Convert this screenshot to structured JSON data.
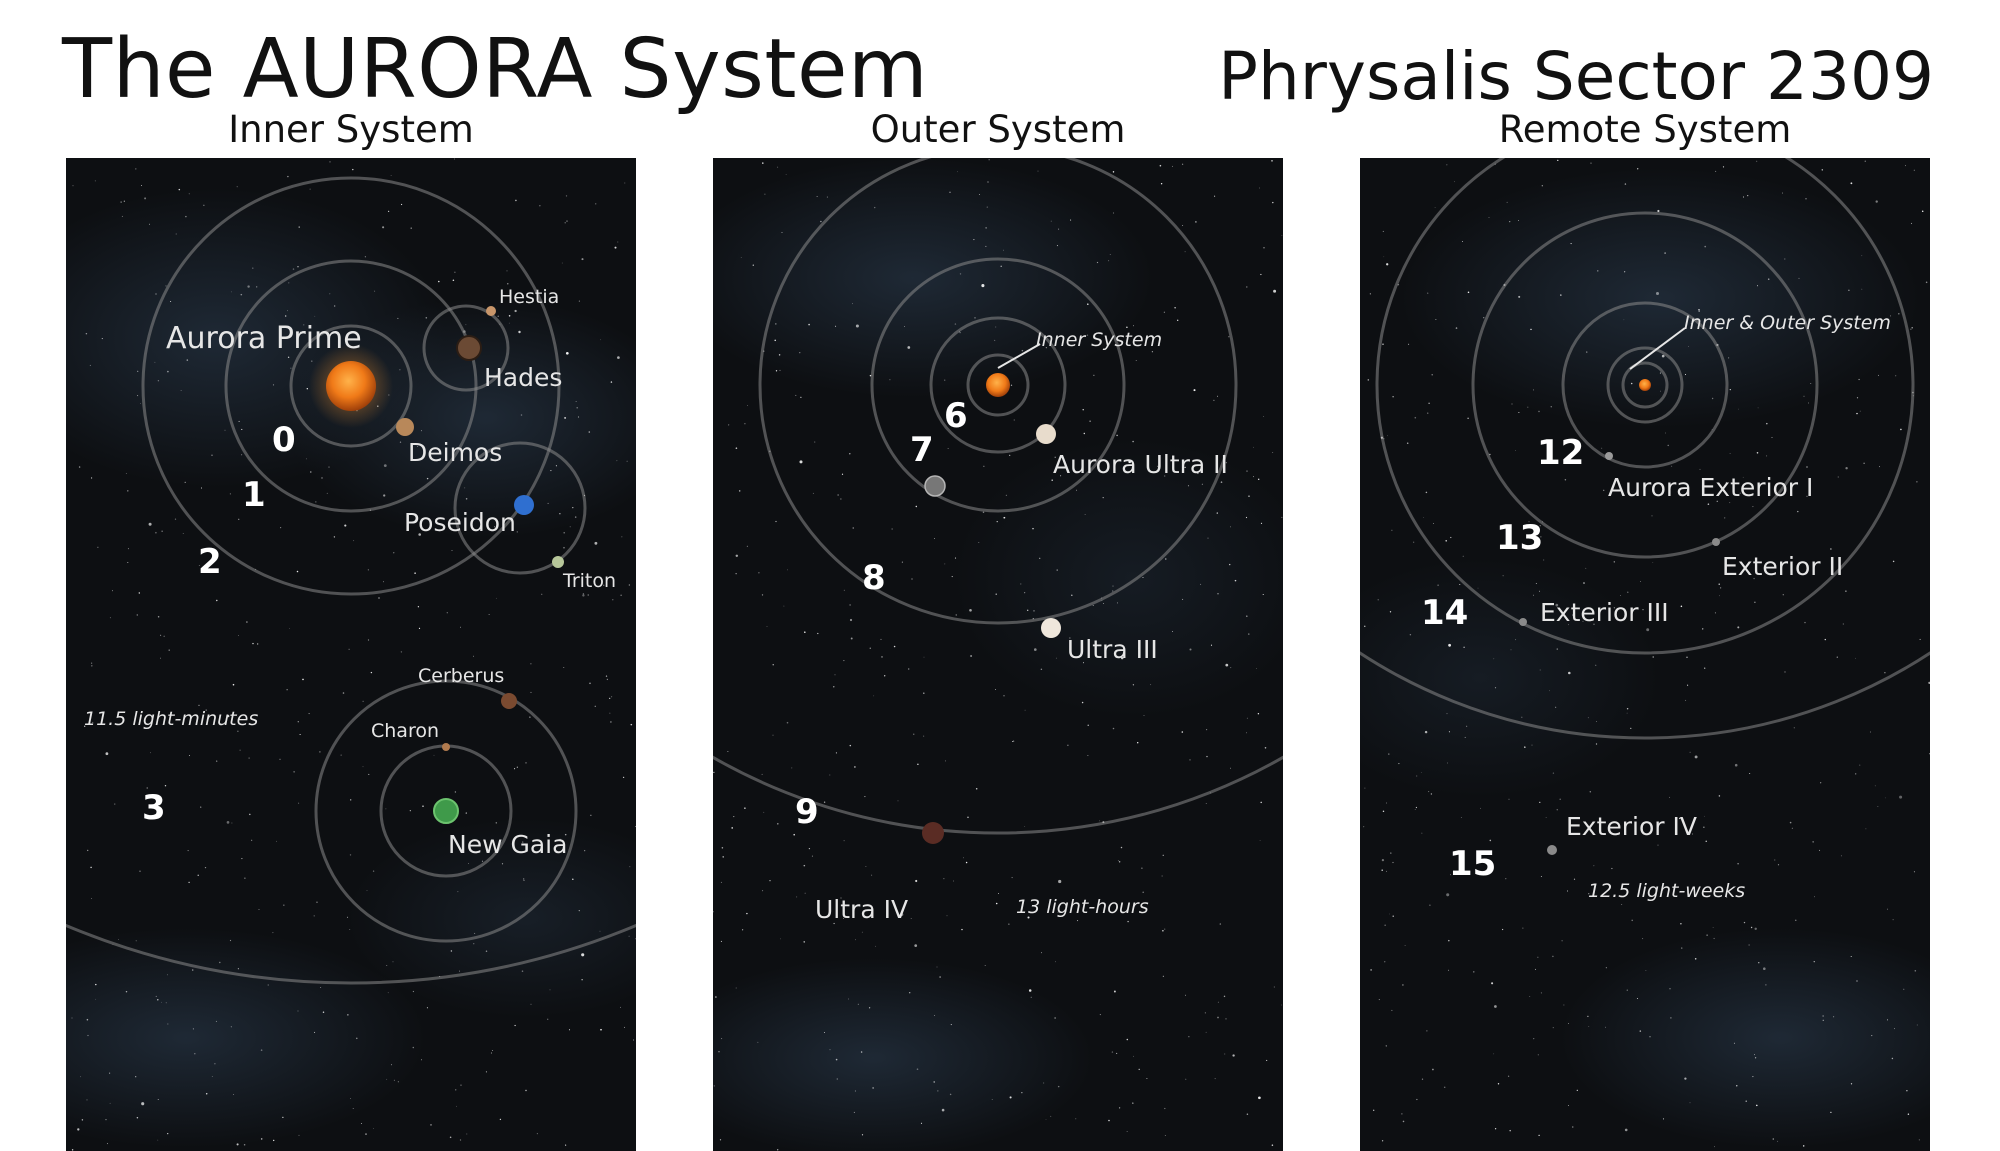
{
  "header": {
    "title": "The AURORA System",
    "sector": "Phrysalis Sector 2309"
  },
  "panels": {
    "inner": {
      "heading": "Inner System",
      "star": "Aurora Prime",
      "orbit_numbers": [
        "0",
        "1",
        "2",
        "3"
      ],
      "bodies": {
        "hestia": "Hestia",
        "hades": "Hades",
        "deimos": "Deimos",
        "poseidon": "Poseidon",
        "triton": "Triton",
        "cerberus": "Cerberus",
        "charon": "Charon",
        "new_gaia": "New Gaia"
      },
      "distance": "11.5 light-minutes"
    },
    "outer": {
      "heading": "Outer System",
      "inset_label": "Inner System",
      "orbit_numbers": [
        "6",
        "7",
        "8",
        "9"
      ],
      "bodies": {
        "ultra_ii": "Aurora Ultra II",
        "ultra_iii": "Ultra III",
        "ultra_iv": "Ultra IV"
      },
      "distance": "13 light-hours"
    },
    "remote": {
      "heading": "Remote System",
      "inset_label": "Inner & Outer System",
      "orbit_numbers": [
        "12",
        "13",
        "14",
        "15"
      ],
      "bodies": {
        "exterior_i": "Aurora Exterior I",
        "exterior_ii": "Exterior II",
        "exterior_iii": "Exterior III",
        "exterior_iv": "Exterior IV"
      },
      "distance": "12.5 light-weeks"
    }
  },
  "colors": {
    "space": "#0d0f12",
    "orbit": "#8a8a8a",
    "label": "#e6e6e6",
    "star": "#f07a18",
    "poseidon": "#2f6fd0",
    "new_gaia": "#3f9a4a"
  }
}
